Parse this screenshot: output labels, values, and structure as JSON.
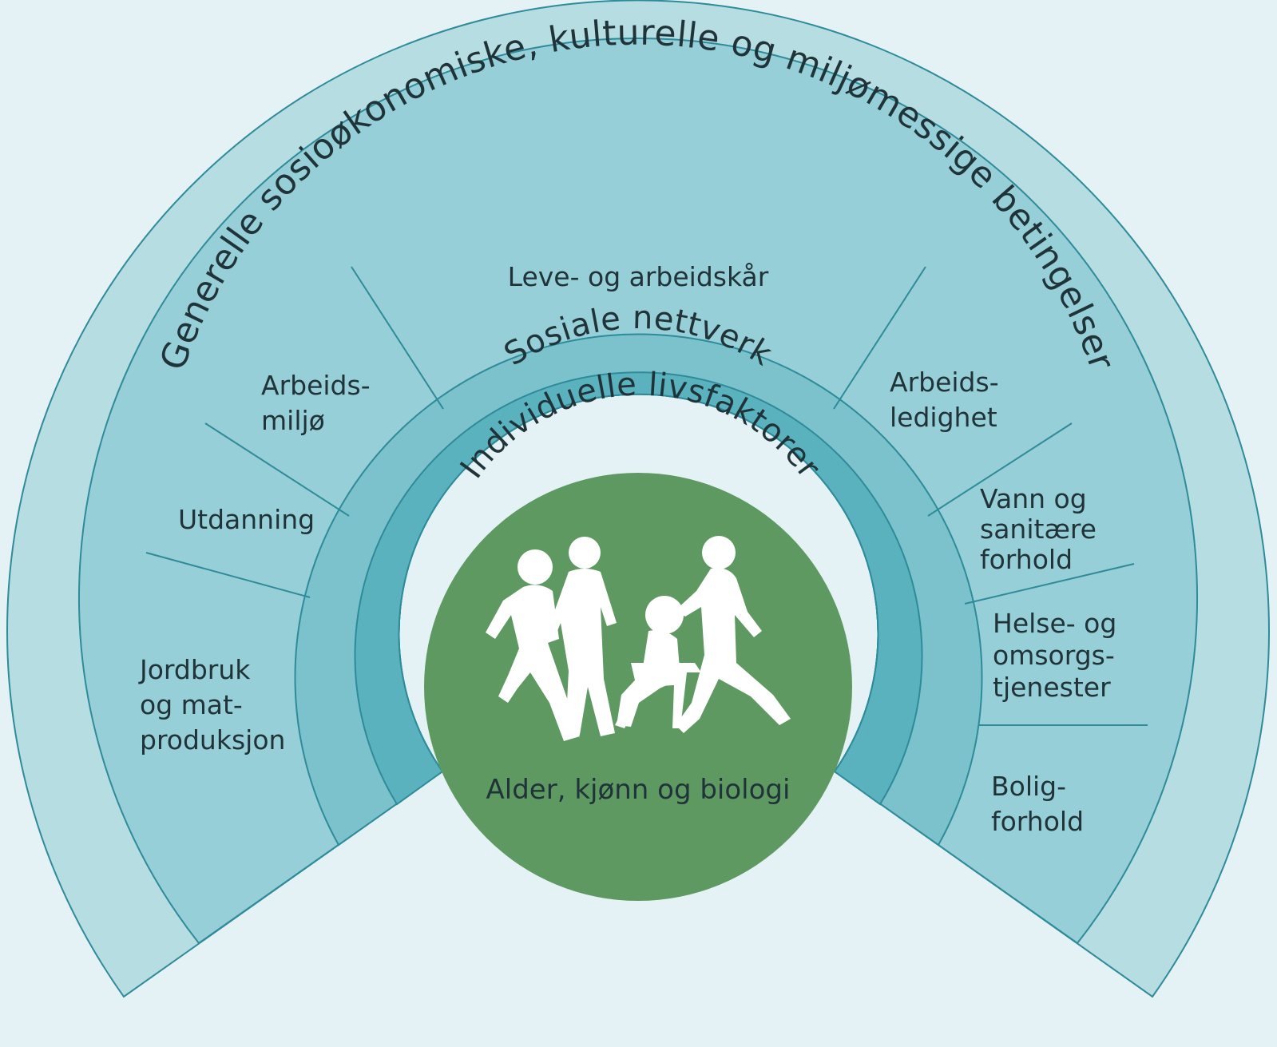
{
  "rings": {
    "outer": "Generelle sosioøkonomiske, kulturelle og miljømessige betingelser",
    "social": "Sosiale nettverk",
    "individual": "Individuelle livsfaktorer"
  },
  "segments": {
    "top": "Leve- og arbeidskår",
    "left": [
      [
        "Arbeids-",
        "miljø"
      ],
      [
        "Utdanning"
      ],
      [
        "Jordbruk",
        "og mat-",
        "produksjon"
      ]
    ],
    "right": [
      [
        "Arbeids-",
        "ledighet"
      ],
      [
        "Vann og",
        "sanitære",
        "forhold"
      ],
      [
        "Helse- og",
        "omsorgs-",
        "tjenester"
      ],
      [
        "Bolig-",
        "forhold"
      ]
    ]
  },
  "center": {
    "label": "Alder, kjønn og biologi",
    "icon": "people-silhouettes-icon"
  },
  "colors": {
    "background": "#e4f2f5",
    "outer_ring": "#b5dde2",
    "segment_ring": "#96cfd7",
    "social_ring": "#7cc2cc",
    "individual_ring": "#5bb2bf",
    "center": "#5f9962",
    "lines": "#2e8b9a"
  }
}
